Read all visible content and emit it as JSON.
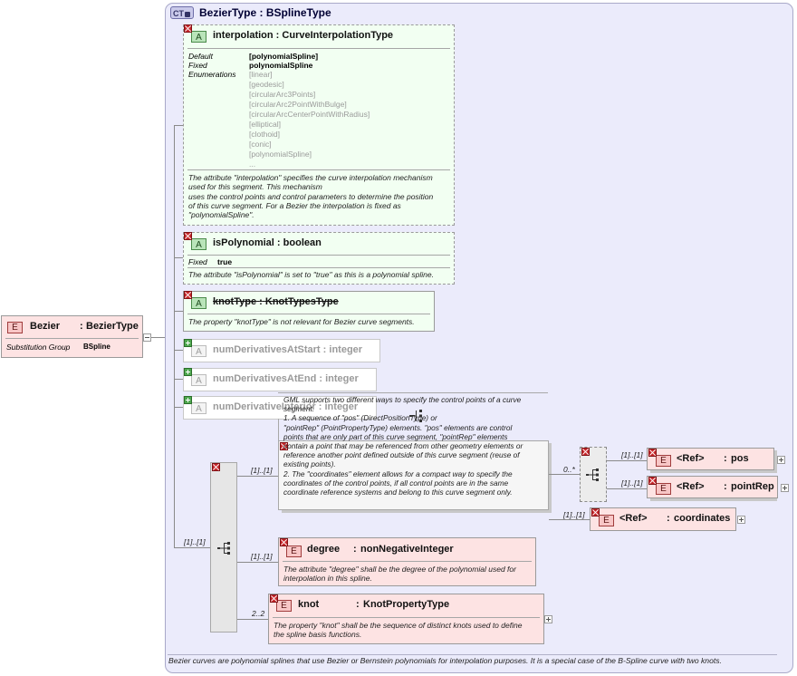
{
  "complex_type": {
    "badge": "CT",
    "name": "BezierType",
    "sep": ":",
    "base": "BSplineType",
    "documentation": "Bezier curves are polynomial splines that use Bezier or Bernstein polynomials for interpolation purposes. It is a special case of the B-Spline curve with two knots."
  },
  "root_element": {
    "icon": "E",
    "name": "Bezier",
    "sep": ":",
    "type": "BezierType",
    "prop_label": "Substitution Group",
    "prop_value": "BSpline"
  },
  "attributes": {
    "interpolation": {
      "icon": "A",
      "name": "interpolation",
      "sep": ":",
      "type": "CurveInterpolationType",
      "default_label": "Default",
      "default_value": "[polynomialSpline]",
      "fixed_label": "Fixed",
      "fixed_value": "polynomialSpline",
      "enum_label": "Enumerations",
      "enumerations": [
        "[linear]",
        "[geodesic]",
        "[circularArc3Points]",
        "[circularArc2PointWithBulge]",
        "[circularArcCenterPointWithRadius]",
        "[elliptical]",
        "[clothoid]",
        "[conic]",
        "[polynomialSpline]",
        "..."
      ],
      "doc": "The attribute \"interpolation\" specifies the curve interpolation mechanism\nused for this segment. This mechanism\nuses the control points and control parameters to determine the position\nof this curve segment. For a Bezier the interpolation is fixed as\n\"polynomialSpline\"."
    },
    "isPolynomial": {
      "icon": "A",
      "name": "isPolynomial",
      "sep": ":",
      "type": "boolean",
      "fixed_label": "Fixed",
      "fixed_value": "true",
      "doc": "The attribute \"isPolynomial\" is set to \"true\" as this is a polynomial spline."
    },
    "knotType": {
      "icon": "A",
      "name": "knotType",
      "sep": ":",
      "type": "KnotTypesType",
      "doc": "The property \"knotType\" is not relevant for Bezier curve segments."
    },
    "numDerivativesAtStart": {
      "icon": "A",
      "name": "numDerivativesAtStart",
      "sep": ":",
      "type": "integer"
    },
    "numDerivativesAtEnd": {
      "icon": "A",
      "name": "numDerivativesAtEnd",
      "sep": ":",
      "type": "integer"
    },
    "numDerivativeInterior": {
      "icon": "A",
      "name": "numDerivativeInterior",
      "sep": ":",
      "type": "integer"
    }
  },
  "sequence": {
    "cardinality": "[1]..[1]"
  },
  "choice_group": {
    "cardinality": "[1]..[1]",
    "doc": "GML supports two different ways to specify the control points of a curve\nsegment.\n1. A sequence of \"pos\" (DirectPositionType) or\n\"pointRep\" (PointPropertyType) elements. \"pos\" elements are control\npoints that are only part of this curve segment, \"pointRep\" elements\ncontain a point that may be referenced from other geometry elements or\nreference another point defined outside of this curve segment (reuse of\nexisting points).\n2. The \"coordinates\" element allows for a compact way to specify the\ncoordinates of the control points, if all control points are in the same\ncoordinate reference systems and belong to this curve segment only."
  },
  "inner_sequence": {
    "cardinality": "0..*"
  },
  "ref_elements": [
    {
      "icon": "E",
      "label": "<Ref>",
      "sep": ":",
      "name": "pos",
      "cardinality": "[1]..[1]"
    },
    {
      "icon": "E",
      "label": "<Ref>",
      "sep": ":",
      "name": "pointRep",
      "cardinality": "[1]..[1]"
    },
    {
      "icon": "E",
      "label": "<Ref>",
      "sep": ":",
      "name": "coordinates",
      "cardinality": "[1]..[1]"
    }
  ],
  "degree": {
    "icon": "E",
    "name": "degree",
    "sep": ":",
    "type": "nonNegativeInteger",
    "cardinality": "[1]..[1]",
    "doc": "The attribute \"degree\" shall be the degree of the polynomial used for\ninterpolation in this spline."
  },
  "knot": {
    "icon": "E",
    "name": "knot",
    "sep": ":",
    "type": "KnotPropertyType",
    "cardinality": "2..2",
    "doc": "The property \"knot\" shall be the sequence of distinct knots used to define\nthe spline basis functions."
  },
  "colors": {
    "attribute_fill": "#f2fff2",
    "element_fill": "#fde3e3",
    "complex_type_fill": "#ebebfb",
    "prohibited_mark": "#c7262a",
    "optional_mark": "#4ea84e"
  }
}
